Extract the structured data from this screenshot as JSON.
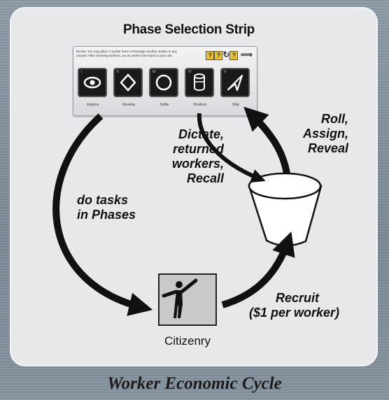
{
  "strip": {
    "title": "Phase Selection Strip",
    "rules_text": "Evolve: You may place 1 worker here to Reassign another worker to any unused. After resolving workers, act as worker here back to your use",
    "phases": [
      {
        "numeral": "I",
        "label": "Explore",
        "icon": "eye-icon"
      },
      {
        "numeral": "II",
        "label": "Develop",
        "icon": "diamond-icon"
      },
      {
        "numeral": "III",
        "label": "Settle",
        "icon": "circle-icon"
      },
      {
        "numeral": "IV",
        "label": "Produce",
        "icon": "cylinder-icon"
      },
      {
        "numeral": "V",
        "label": "Ship",
        "icon": "ship-arrow-icon"
      }
    ]
  },
  "edges": {
    "dictate": [
      "Dictate,",
      "returned",
      "workers,",
      "Recall"
    ],
    "roll": [
      "Roll,",
      "Assign,",
      "Reveal"
    ],
    "tasks": [
      "do tasks",
      "in Phases"
    ],
    "recruit": [
      "Recruit",
      "($1 per worker)"
    ]
  },
  "nodes": {
    "citizenry": "Citizenry",
    "cup_icon": "cup-icon",
    "citizen_icon": "worker-figure-icon"
  },
  "footer": "Worker Economic Cycle"
}
